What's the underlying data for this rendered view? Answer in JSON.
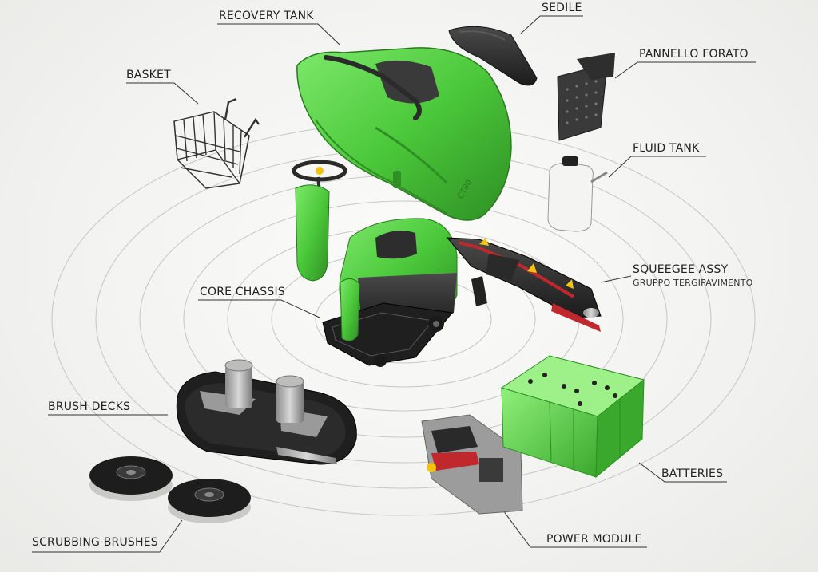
{
  "labels": {
    "recovery_tank": "RECOVERY TANK",
    "sedile": "SEDILE",
    "pannello_forato": "PANNELLO FORATO",
    "basket": "BASKET",
    "fluid_tank": "FLUID TANK",
    "squeegee_assy": "SQUEEGEE ASSY",
    "gruppo_tergipavimento": "GRUPPO TERGIPAVIMENTO",
    "core_chassis": "CORE CHASSIS",
    "brush_decks": "BRUSH DECKS",
    "batteries": "BATTERIES",
    "scrubbing_brushes": "SCRUBBING BRUSHES",
    "power_module": "POWER MODULE"
  },
  "tank_mark": "CT80",
  "colors": {
    "brand_green": "#4bc83a",
    "dark_green": "#2f8f25",
    "body_dark": "#2b2b2b",
    "accent_red": "#c0282d",
    "accent_yellow": "#f2c40f"
  }
}
